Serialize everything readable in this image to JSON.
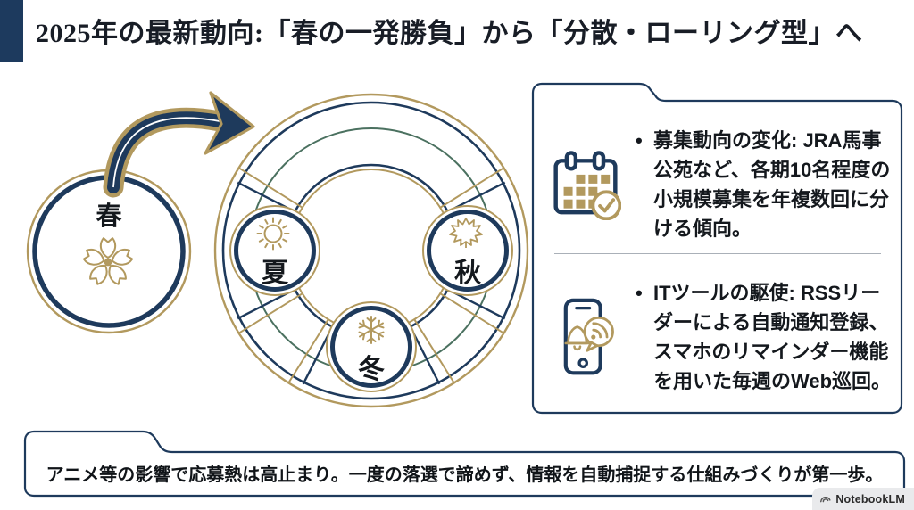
{
  "title": "2025年の最新動向:「春の一発勝負」から「分散・ローリング型」へ",
  "diagram": {
    "seasons": {
      "spring": "春",
      "summer": "夏",
      "autumn": "秋",
      "winter": "冬"
    },
    "icons": [
      "sakura-icon",
      "sun-icon",
      "maple-leaf-icon",
      "snowflake-icon",
      "curved-arrow-icon"
    ]
  },
  "panel": {
    "bullet": "•",
    "items": [
      {
        "icon": "calendar-check-icon",
        "text": "募集動向の変化: JRA馬事公苑など、各期10名程度の小規模募集を年複数回に分ける傾向。"
      },
      {
        "icon": "phone-notification-rss-icon",
        "text": "ITツールの駆使: RSSリーダーによる自動通知登録、スマホのリマインダー機能を用いた毎週のWeb巡回。"
      }
    ]
  },
  "footer": {
    "text": "アニメ等の影響で応募熱は高止まり。一度の落選で諦めず、情報を自動捕捉する仕組みづくりが第一歩。"
  },
  "watermark": {
    "label": "NotebookLM"
  },
  "colors": {
    "navy": "#1e3a5c",
    "gold": "#b2995e",
    "green": "#4b7160",
    "ink": "#14181d"
  }
}
